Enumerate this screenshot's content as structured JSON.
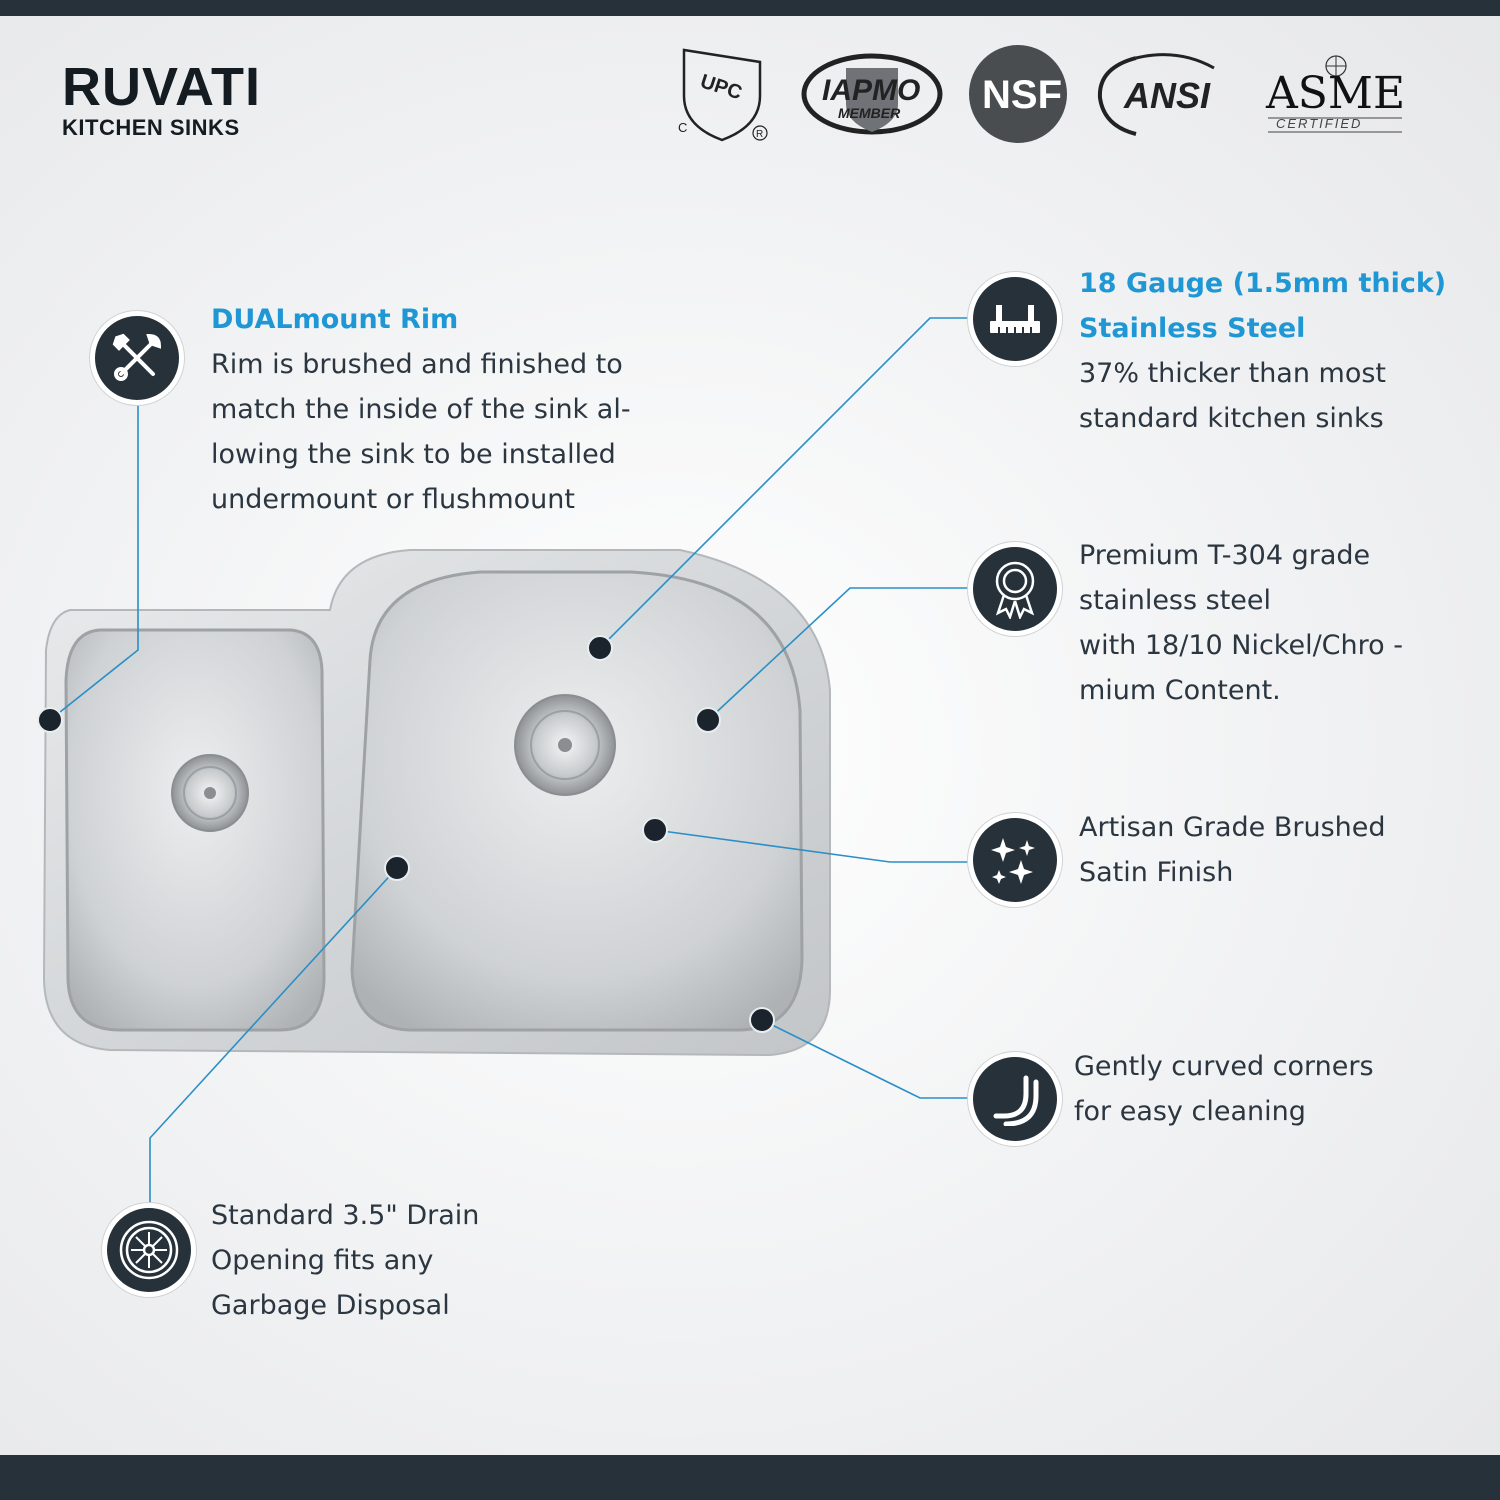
{
  "brand": {
    "name": "RUVATI",
    "sub": "KITCHEN SINKS"
  },
  "certs": {
    "upc": "UPC",
    "upc_c": "C",
    "upc_r": "R",
    "iapmo": "IAPMO",
    "iapmo_member": "MEMBER",
    "nsf": "NSF",
    "ansi": "ANSI",
    "asme": "ASME",
    "asme_certified": "CERTIFIED"
  },
  "features": {
    "rim": {
      "title": "DUALmount Rim",
      "lines": [
        "Rim is brushed and finished to",
        "match the inside of the sink al-",
        "lowing the sink to be installed",
        "undermount or flushmount"
      ]
    },
    "gauge": {
      "title_lines": [
        "18 Gauge (1.5mm thick)",
        "Stainless Steel"
      ],
      "lines": [
        "37% thicker than most",
        "standard kitchen sinks"
      ]
    },
    "steel": {
      "lines": [
        "Premium T-304 grade",
        "stainless steel",
        "with 18/10 Nickel/Chro -",
        "mium Content."
      ]
    },
    "finish": {
      "lines": [
        "Artisan Grade Brushed",
        "Satin Finish"
      ]
    },
    "corners": {
      "lines": [
        "Gently curved corners",
        "for easy cleaning"
      ]
    },
    "drain": {
      "lines": [
        "Standard 3.5\" Drain",
        "Opening fits any",
        "Garbage Disposal"
      ]
    }
  },
  "icons": {
    "rim": "tools-icon",
    "gauge": "ruler-icon",
    "steel": "award-ribbon-icon",
    "finish": "sparkle-icon",
    "corners": "curved-corner-icon",
    "drain": "drain-icon"
  },
  "colors": {
    "accent": "#1f97d4",
    "dark": "#26313a",
    "line": "#2a8fc6"
  }
}
